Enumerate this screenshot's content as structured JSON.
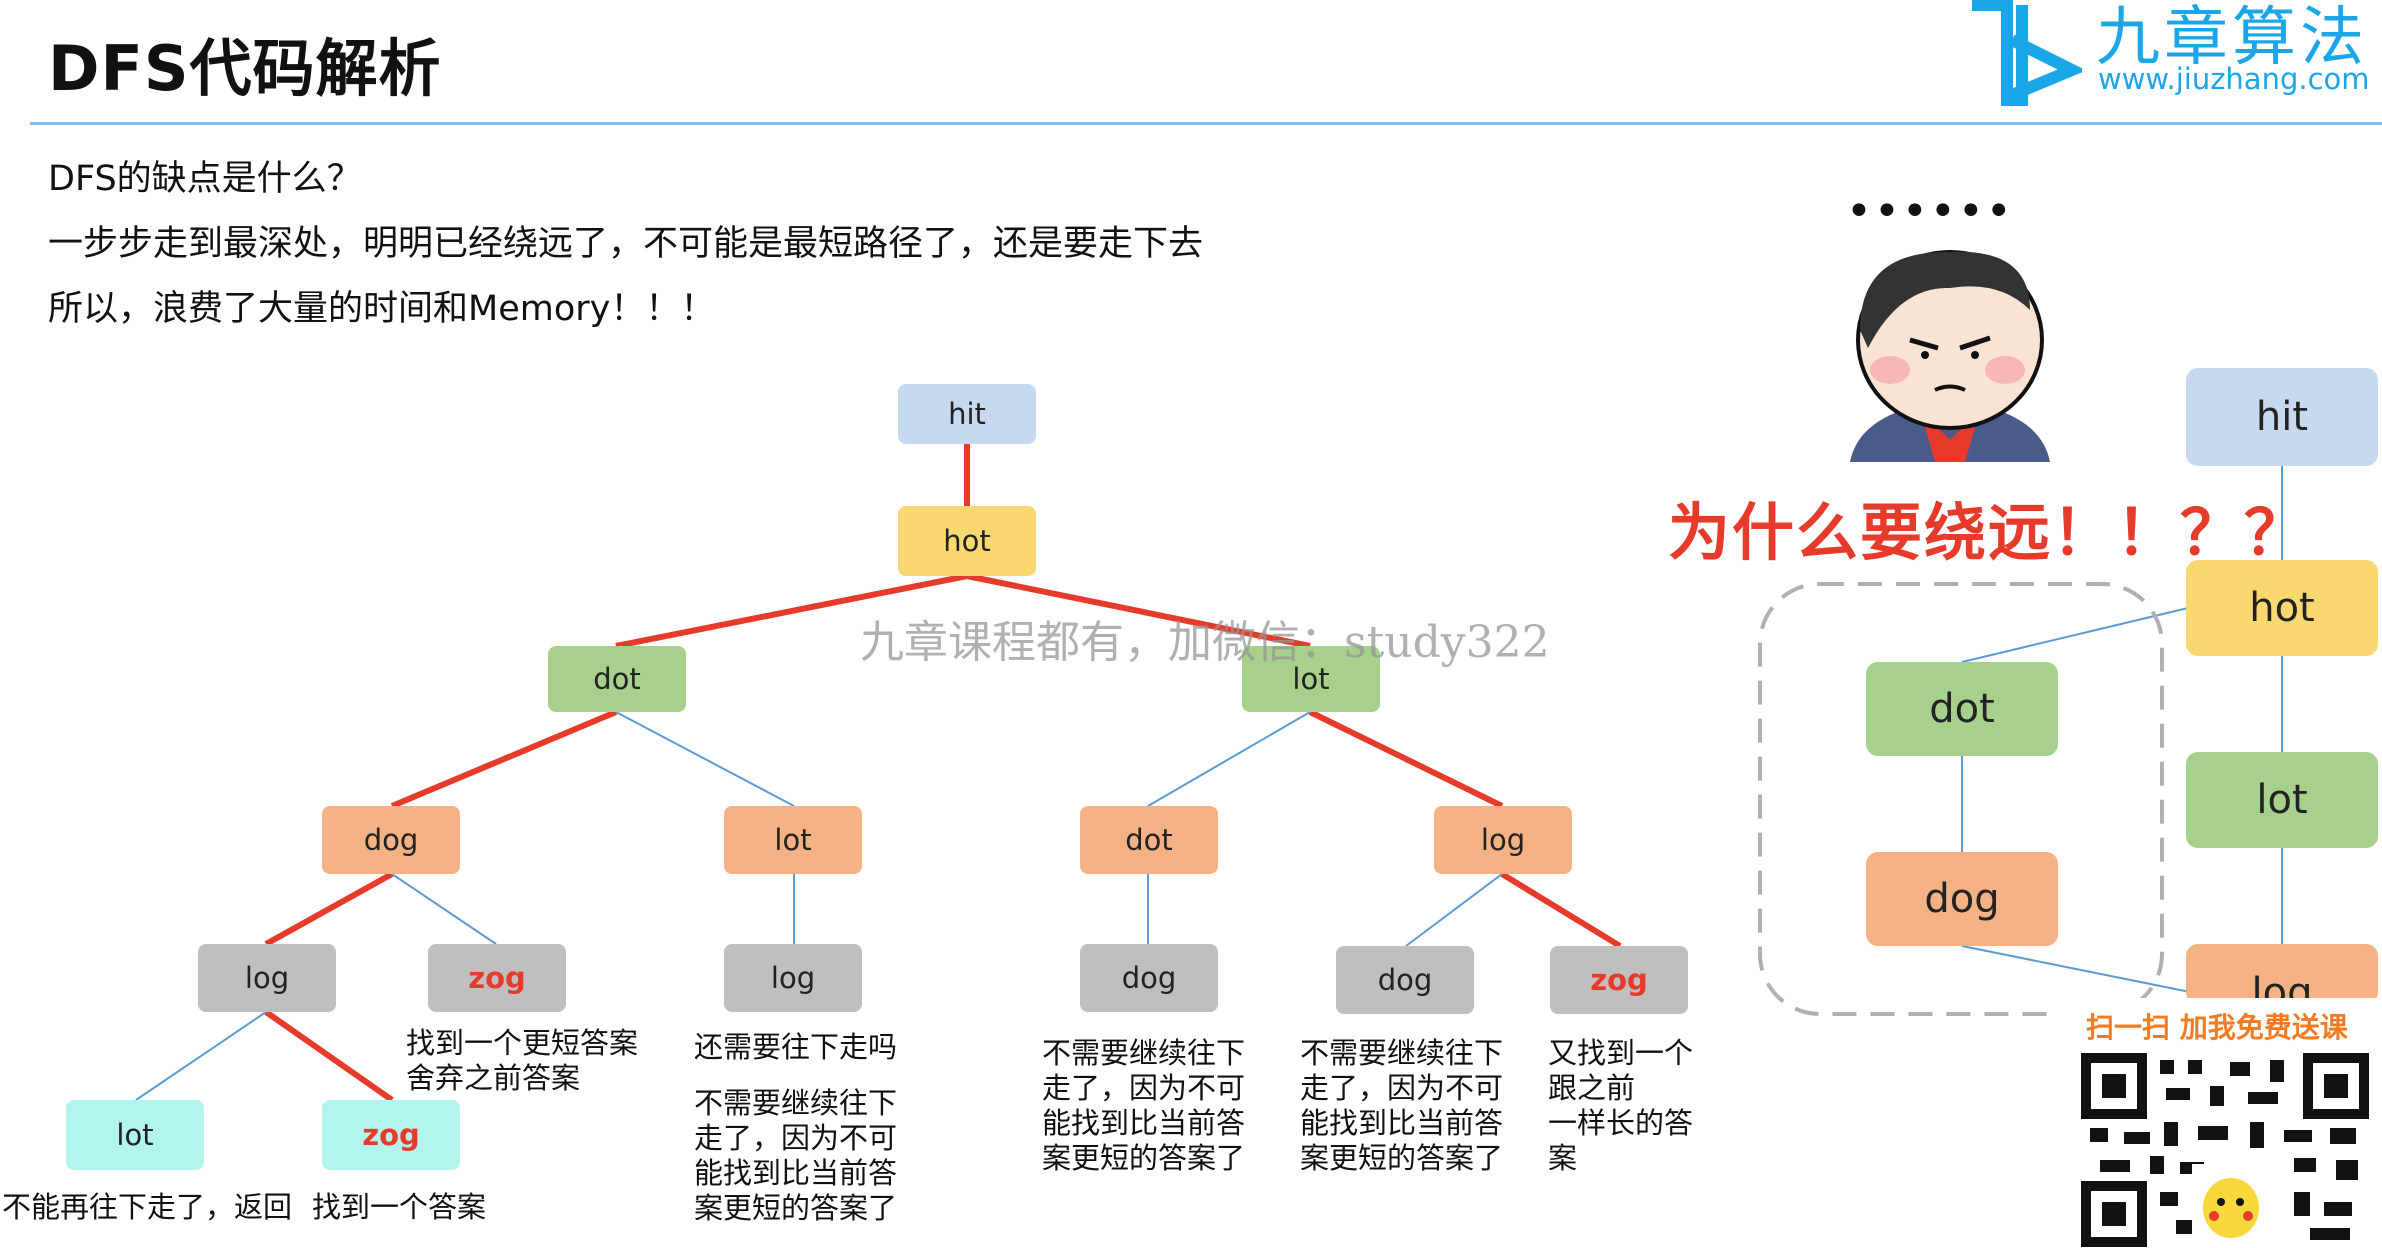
{
  "header": {
    "title": "DFS代码解析",
    "logo_cn": "九章算法",
    "logo_url": "www.jiuzhang.com"
  },
  "intro": [
    "DFS的缺点是什么？",
    "一步步走到最深处，明明已经绕远了，不可能是最短路径了，还是要走下去",
    "所以，浪费了大量的时间和Memory！！！"
  ],
  "watermark": "九章课程都有，加微信：study322",
  "tree": {
    "nodes": {
      "hit": "hit",
      "hot": "hot",
      "dot": "dot",
      "lot": "lot",
      "dog_l": "dog",
      "lot_2": "lot",
      "dot_2": "dot",
      "log_r": "log",
      "log_l": "log",
      "zog_1": "zog",
      "log_2": "log",
      "dog_2": "dog",
      "dog_3": "dog",
      "zog_2": "zog",
      "lot_3": "lot",
      "zog_3": "zog"
    },
    "notes": {
      "zog_1": "找到一个更短答案\n舍弃之前答案",
      "log_2_a": "还需要往下走吗",
      "log_2_b": "不需要继续往下\n走了，因为不可\n能找到比当前答\n案更短的答案了",
      "dog_2": "不需要继续往下\n走了，因为不可\n能找到比当前答\n案更短的答案了",
      "dog_3": "不需要继续往下\n走了，因为不可\n能找到比当前答\n案更短的答案了",
      "zog_2": "又找到一个\n跟之前\n一样长的答\n案",
      "lot_3": "不能再往下走了，返回",
      "zog_3": "找到一个答案"
    }
  },
  "side": {
    "dots": "••••••",
    "why": "为什么要绕远！！？？",
    "nodes": {
      "hit": "hit",
      "hot": "hot",
      "dot": "dot",
      "lot": "lot",
      "dog": "dog",
      "log": "log"
    }
  },
  "promo": {
    "scan": "扫一扫 加我免费送课"
  },
  "colors": {
    "blue_node": "#c6d9ee",
    "yellow_node": "#f9d96f",
    "green_node": "#a8d08d",
    "orange_node": "#f4b183",
    "gray_node": "#bfbfbf",
    "cyan_node": "#b2f5ee",
    "red_edge": "#e63b2a",
    "blue_edge": "#5b9bd5",
    "accent_red": "#e63b2a",
    "brand_blue": "#1ba6e8"
  }
}
